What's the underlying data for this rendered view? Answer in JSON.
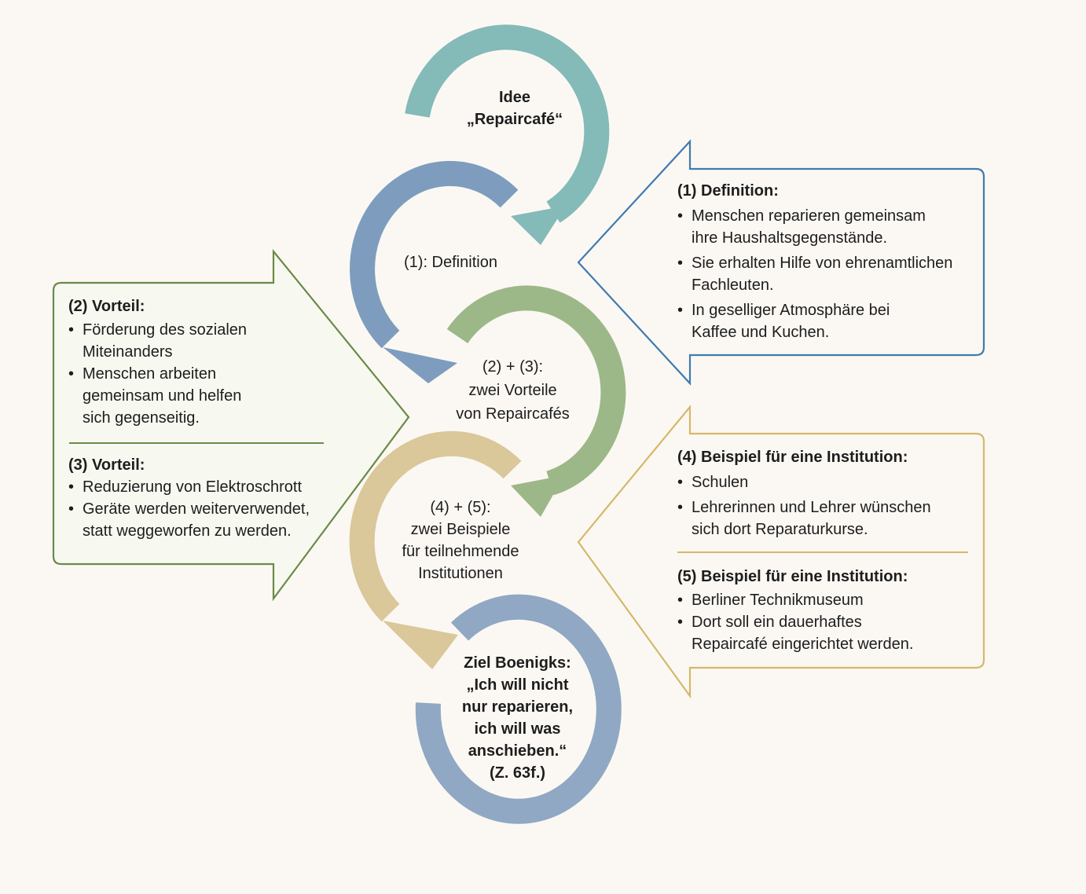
{
  "colors": {
    "teal": "#84bab7",
    "blue": "#7e9dbe",
    "green": "#9db888",
    "tan": "#dac79a",
    "slate": "#90a8c3",
    "blue_border": "#3f7bb0",
    "green_border": "#6a8a4a",
    "tan_border": "#d4b86a",
    "background": "#fbf8f3"
  },
  "circles": {
    "idee": {
      "line1": "Idee",
      "line2": "„Repaircafé“"
    },
    "definition": {
      "label": "(1): Definition"
    },
    "vorteile": {
      "line1": "(2) + (3):",
      "line2": "zwei Vorteile",
      "line3": "von Repaircafés"
    },
    "beispiele": {
      "line1": "(4) + (5):",
      "line2": "zwei Beispiele",
      "line3": "für teilnehmende",
      "line4": "Institutionen"
    },
    "ziel": {
      "line1": "Ziel Boenigks:",
      "line2": "„Ich will nicht",
      "line3": "nur reparieren,",
      "line4": "ich will was",
      "line5": "anschieben.“",
      "line6": "(Z. 63f.)"
    }
  },
  "definition_box": {
    "heading": "(1) Definition:",
    "items": [
      {
        "line1": "Menschen reparieren gemeinsam",
        "line2": "ihre Haushaltsgegenstände."
      },
      {
        "line1": "Sie erhalten Hilfe von ehrenamtlichen",
        "line2": "Fachleuten."
      },
      {
        "line1": "In geselliger Atmosphäre bei",
        "line2": "Kaffee und Kuchen."
      }
    ]
  },
  "vorteil_box": {
    "vorteil2": {
      "heading": "(2) Vorteil:",
      "items": [
        {
          "line1": "Förderung des sozialen",
          "line2": "Miteinanders"
        },
        {
          "line1": "Menschen arbeiten",
          "line2": "gemeinsam und helfen",
          "line3": "sich gegenseitig."
        }
      ]
    },
    "vorteil3": {
      "heading": "(3) Vorteil:",
      "items": [
        {
          "line1": "Reduzierung von Elektroschrott"
        },
        {
          "line1": "Geräte werden weiterverwendet,",
          "line2": "statt weggeworfen zu werden."
        }
      ]
    }
  },
  "beispiel_box": {
    "beispiel4": {
      "heading": "(4) Beispiel für eine Institution:",
      "items": [
        {
          "line1": "Schulen"
        },
        {
          "line1": "Lehrerinnen und Lehrer wünschen",
          "line2": "sich dort Reparaturkurse."
        }
      ]
    },
    "beispiel5": {
      "heading": "(5) Beispiel für eine Institution:",
      "items": [
        {
          "line1": "Berliner Technikmuseum"
        },
        {
          "line1": "Dort soll ein dauerhaftes",
          "line2": "Repaircafé eingerichtet werden."
        }
      ]
    }
  }
}
